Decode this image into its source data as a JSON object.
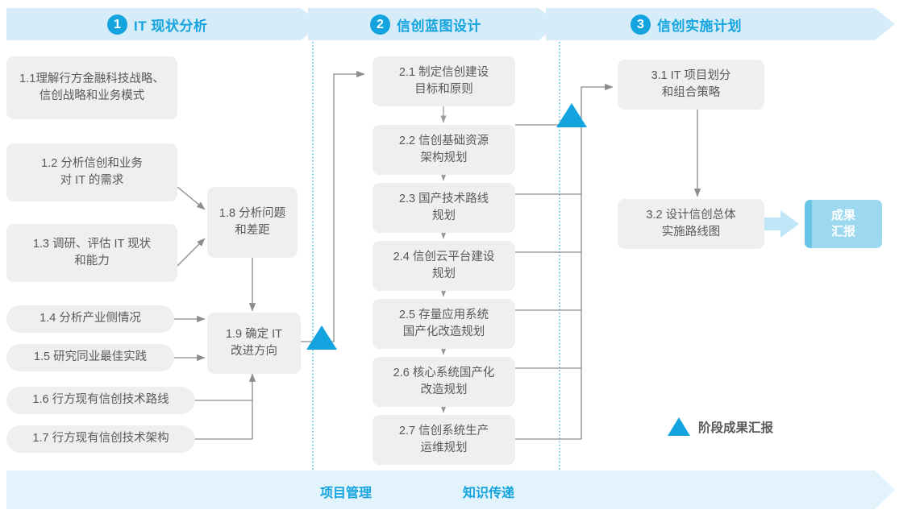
{
  "header": {
    "phases": [
      {
        "number": "1",
        "title": "IT 现状分析"
      },
      {
        "number": "2",
        "title": "信创蓝图设计"
      },
      {
        "number": "3",
        "title": "信创实施计划"
      }
    ]
  },
  "stage1": {
    "nodes": [
      {
        "id": "1.1",
        "label": "1.1理解行方金融科技战略、\n信创战略和业务模式"
      },
      {
        "id": "1.2",
        "label": "1.2 分析信创和业务\n对 IT 的需求"
      },
      {
        "id": "1.3",
        "label": "1.3 调研、评估 IT 现状\n和能力"
      },
      {
        "id": "1.4",
        "label": "1.4 分析产业侧情况"
      },
      {
        "id": "1.5",
        "label": "1.5 研究同业最佳实践"
      },
      {
        "id": "1.6",
        "label": "1.6 行方现有信创技术路线"
      },
      {
        "id": "1.7",
        "label": "1.7 行方现有信创技术架构"
      },
      {
        "id": "1.8",
        "label": "1.8 分析问题\n和差距"
      },
      {
        "id": "1.9",
        "label": "1.9 确定 IT\n改进方向"
      }
    ]
  },
  "stage2": {
    "nodes": [
      {
        "id": "2.1",
        "label": "2.1 制定信创建设\n目标和原则"
      },
      {
        "id": "2.2",
        "label": "2.2 信创基础资源\n架构规划"
      },
      {
        "id": "2.3",
        "label": "2.3 国产技术路线\n规划"
      },
      {
        "id": "2.4",
        "label": "2.4 信创云平台建设\n规划"
      },
      {
        "id": "2.5",
        "label": "2.5 存量应用系统\n国产化改造规划"
      },
      {
        "id": "2.6",
        "label": "2.6 核心系统国产化\n改造规划"
      },
      {
        "id": "2.7",
        "label": "2.7 信创系统生产\n运维规划"
      }
    ]
  },
  "stage3": {
    "nodes": [
      {
        "id": "3.1",
        "label": "3.1 IT 项目划分\n和组合策略"
      },
      {
        "id": "3.2",
        "label": "3.2 设计信创总体\n实施路线图"
      }
    ],
    "result": {
      "label": "成果\n汇报"
    }
  },
  "legend": {
    "label": "阶段成果汇报"
  },
  "footer": {
    "labels": [
      "项目管理",
      "知识传递"
    ]
  },
  "colors": {
    "accent": "#13A4E0",
    "banner_fill": "#D6ECF8",
    "footer_fill": "#E3F3FB",
    "node_fill": "#EFEFEF",
    "node_text": "#595959",
    "connector": "#8C8C8C",
    "result_fill": "#9CD8F0",
    "result_edge": "#6AC4E8",
    "result_arrow": "#BFE6F7",
    "divider": "#3FB3E3"
  }
}
